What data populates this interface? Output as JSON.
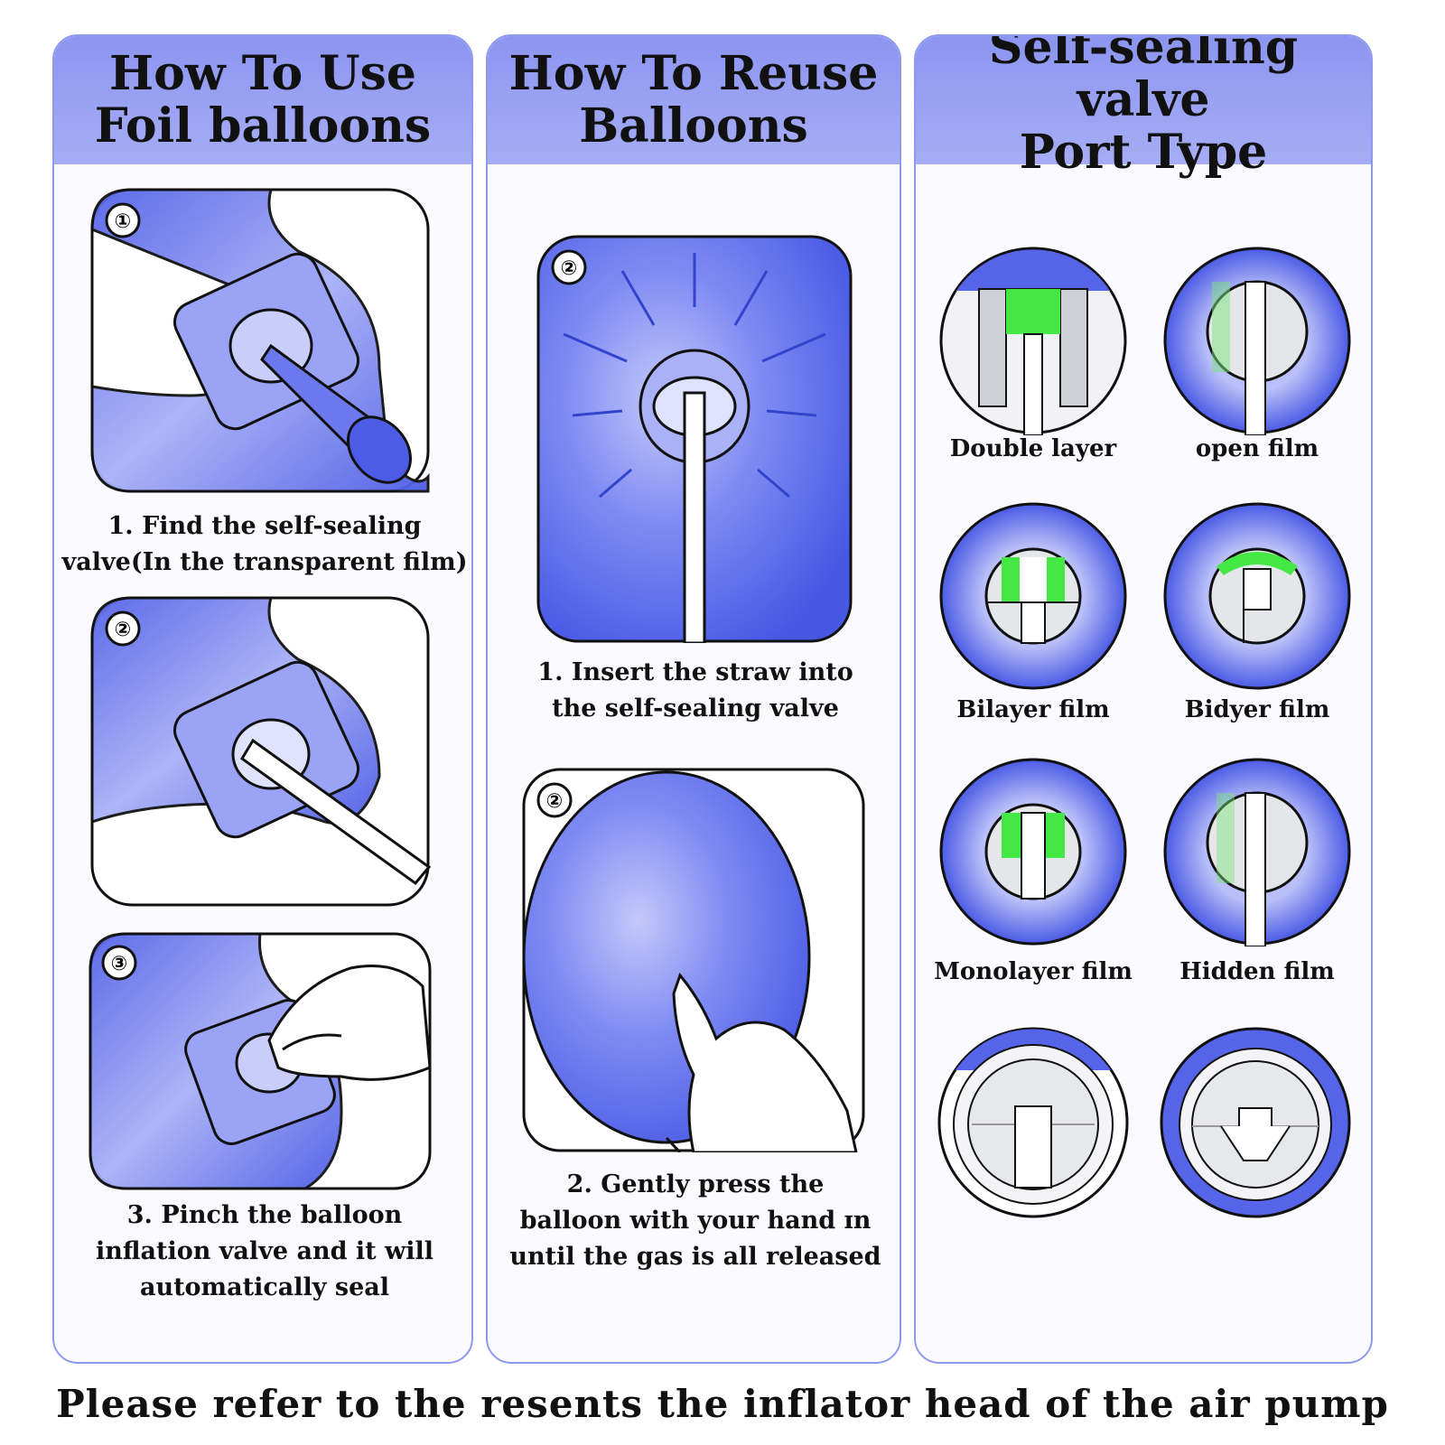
{
  "colors": {
    "accent": "#5a6af0",
    "header": "#9aa2f3",
    "border": "#8f98ea",
    "green": "#44e844"
  },
  "panels": [
    {
      "title_line1": "How To Use",
      "title_line2": "Foil balloons",
      "steps": [
        {
          "badge": "①",
          "caption_line1": "1. Find the self-sealing",
          "caption_line2": "valve(In the transparent film)"
        },
        {
          "badge": "②",
          "caption_line1": "",
          "caption_line2": ""
        },
        {
          "badge": "③",
          "caption_line1": "3. Pinch the balloon",
          "caption_line2": "inflation valve and it will",
          "caption_line3": "automatically seal"
        }
      ]
    },
    {
      "title_line1": "How To Reuse",
      "title_line2": "Balloons",
      "steps": [
        {
          "badge": "②",
          "caption_line1": "1. Insert the straw into",
          "caption_line2": "the self-sealing valve"
        },
        {
          "badge": "②",
          "caption_line1": "2. Gently press the",
          "caption_line2": "balloon with your hand ɪn",
          "caption_line3": "until the gas is all released"
        }
      ]
    },
    {
      "title_line1": "Self-sealing valve",
      "title_line2": "Port Type",
      "types": [
        {
          "label": "Double layer",
          "icon": "double-layer-valve-icon"
        },
        {
          "label": "open film",
          "icon": "open-film-valve-icon"
        },
        {
          "label": "Bilayer film",
          "icon": "bilayer-film-valve-icon"
        },
        {
          "label": "Bidyer film",
          "icon": "bidyer-film-valve-icon"
        },
        {
          "label": "Monolayer film",
          "icon": "monolayer-film-valve-icon"
        },
        {
          "label": "Hidden film",
          "icon": "hidden-film-valve-icon"
        },
        {
          "label": "",
          "icon": "inflator-head-icon"
        },
        {
          "label": "",
          "icon": "inflator-head-icon"
        }
      ]
    }
  ],
  "footer": "Please refer to the resents the inflator head of the air pump"
}
